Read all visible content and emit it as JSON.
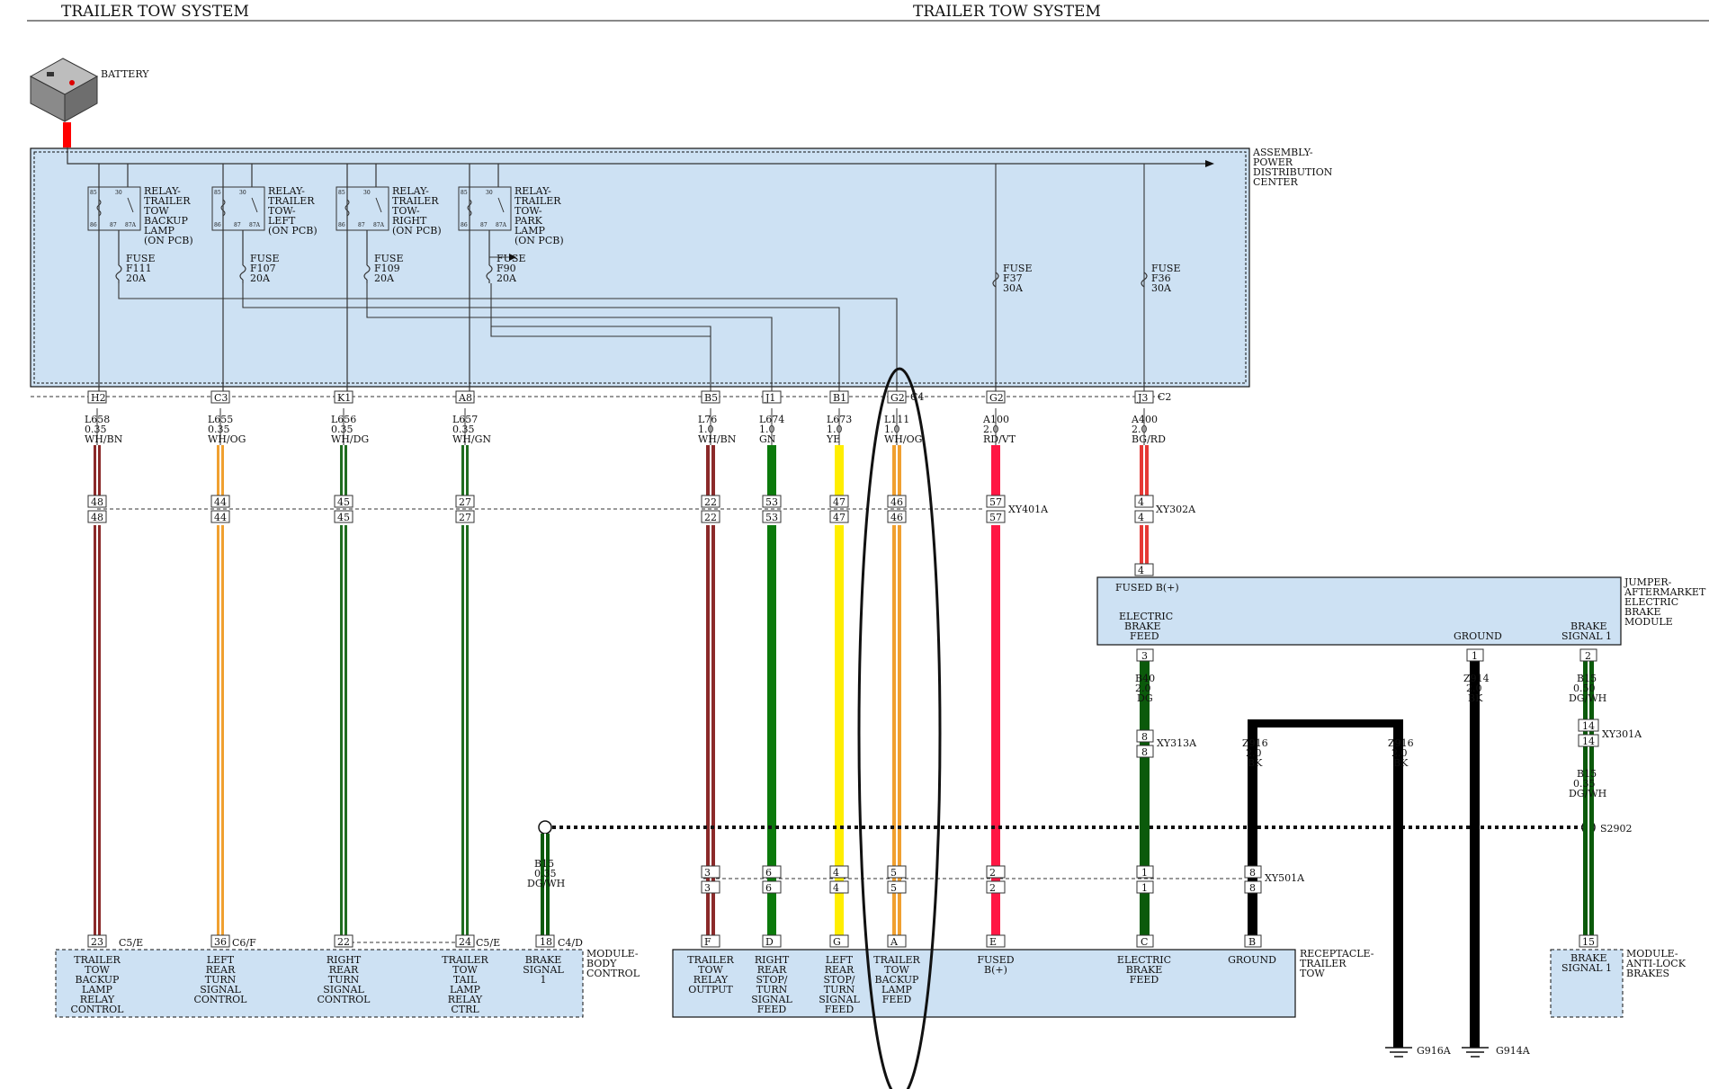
{
  "header": {
    "left_title": "TRAILER TOW SYSTEM",
    "right_title": "TRAILER TOW SYSTEM"
  },
  "colors": {
    "pdc_fill": "#cde1f3",
    "battery_red": "#ff0000",
    "WH_BN": "#8b2a2a",
    "WH_OG": "#f0a030",
    "WH_DG": "#1f6d1f",
    "WH_GN": "#1f6d1f",
    "GN": "#0b7a0b",
    "YE": "#ffee00",
    "RD_VT": "#ff1744",
    "BG_RD": "#e53935",
    "DG": "#0b5a0b",
    "BK": "#000000",
    "DG_WH": "#0b5a0b"
  },
  "battery": {
    "label": "BATTERY"
  },
  "pdc": {
    "label": [
      "ASSEMBLY-",
      "POWER",
      "DISTRIBUTION",
      "CENTER"
    ]
  },
  "relays": [
    {
      "lines": [
        "RELAY-",
        "TRAILER",
        "TOW",
        "BACKUP",
        "LAMP",
        "(ON PCB)"
      ],
      "fuse": [
        "FUSE",
        "F111",
        "20A"
      ]
    },
    {
      "lines": [
        "RELAY-",
        "TRAILER",
        "TOW-",
        "LEFT",
        "(ON PCB)"
      ],
      "fuse": [
        "FUSE",
        "F107",
        "20A"
      ]
    },
    {
      "lines": [
        "RELAY-",
        "TRAILER",
        "TOW-",
        "RIGHT",
        "(ON PCB)"
      ],
      "fuse": [
        "FUSE",
        "F109",
        "20A"
      ]
    },
    {
      "lines": [
        "RELAY-",
        "TRAILER",
        "TOW-",
        "PARK",
        "LAMP",
        "(ON PCB)"
      ],
      "fuse": [
        "FUSE",
        "F90",
        "20A"
      ]
    }
  ],
  "relay_pins": {
    "p85": "85",
    "p86": "86",
    "p30": "30",
    "p87": "87",
    "p87a": "87A"
  },
  "fuses_direct": [
    {
      "lines": [
        "FUSE",
        "F37",
        "30A"
      ]
    },
    {
      "lines": [
        "FUSE",
        "F36",
        "30A"
      ]
    }
  ],
  "connectors": {
    "c4": "C4",
    "c2": "C2",
    "xy401a": "XY401A",
    "xy302a": "XY302A",
    "xy313a": "XY313A",
    "xy301a": "XY301A",
    "xy501a": "XY501A",
    "s2902": "S2902",
    "c5e_a": "C5/E",
    "c6f": "C6/F",
    "c5e_b": "C5/E",
    "c4d": "C4/D"
  },
  "wires": [
    {
      "top_pin": "H2",
      "circuit": [
        "L658",
        "0.35",
        "WH/BN"
      ],
      "mid_pin": "48",
      "bottom_pin": "23"
    },
    {
      "top_pin": "C3",
      "circuit": [
        "L655",
        "0.35",
        "WH/OG"
      ],
      "mid_pin": "44",
      "bottom_pin": "36"
    },
    {
      "top_pin": "K1",
      "circuit": [
        "L656",
        "0.35",
        "WH/DG"
      ],
      "mid_pin": "45",
      "bottom_pin": "22"
    },
    {
      "top_pin": "A8",
      "circuit": [
        "L657",
        "0.35",
        "WH/GN"
      ],
      "mid_pin": "27",
      "bottom_pin": "24"
    },
    {
      "top_pin": "B5",
      "circuit": [
        "L76",
        "1.0",
        "WH/BN"
      ],
      "mid_pin": "22",
      "low_pin": "3",
      "bottom_pin": "F"
    },
    {
      "top_pin": "J1",
      "circuit": [
        "L674",
        "1.0",
        "GN"
      ],
      "mid_pin": "53",
      "low_pin": "6",
      "bottom_pin": "D"
    },
    {
      "top_pin": "B1",
      "circuit": [
        "L673",
        "1.0",
        "YE"
      ],
      "mid_pin": "47",
      "low_pin": "4",
      "bottom_pin": "G"
    },
    {
      "top_pin": "G2",
      "circuit": [
        "L111",
        "1.0",
        "WH/OG"
      ],
      "mid_pin": "46",
      "low_pin": "5",
      "bottom_pin": "A"
    },
    {
      "top_pin": "G2",
      "circuit": [
        "A100",
        "2.0",
        "RD/VT"
      ],
      "mid_pin": "57",
      "low_pin": "2",
      "bottom_pin": "E"
    },
    {
      "top_pin": "J3",
      "circuit": [
        "A400",
        "2.0",
        "BG/RD"
      ],
      "mid_pin": "4",
      "bottom_pin": "4"
    }
  ],
  "bcm": {
    "label": [
      "MODULE-",
      "BODY",
      "CONTROL"
    ],
    "pins": [
      "TRAILER TOW BACKUP LAMP RELAY CONTROL",
      "LEFT REAR TURN SIGNAL CONTROL",
      "RIGHT REAR TURN SIGNAL CONTROL",
      "TRAILER TOW TAIL LAMP RELAY CTRL",
      "BRAKE SIGNAL 1"
    ],
    "brake_pin": "18",
    "brake_circuit": [
      "B15",
      "0.35",
      "DG/WH"
    ]
  },
  "receptacle": {
    "label": [
      "RECEPTACLE-",
      "TRAILER",
      "TOW"
    ],
    "pins": [
      "TRAILER TOW RELAY OUTPUT",
      "RIGHT REAR STOP/ TURN SIGNAL FEED",
      "LEFT REAR STOP/ TURN SIGNAL FEED",
      "TRAILER TOW BACKUP LAMP FEED",
      "FUSED B(+)",
      "ELECTRIC BRAKE FEED",
      "GROUND"
    ],
    "pins_c": "C",
    "pins_b": "B",
    "ground_low": "8"
  },
  "brake_module": {
    "label": [
      "JUMPER-",
      "AFTERMARKET",
      "ELECTRIC",
      "BRAKE",
      "MODULE"
    ],
    "fused": "FUSED B(+)",
    "feed": [
      "ELECTRIC",
      "BRAKE",
      "FEED"
    ],
    "ground": "GROUND",
    "signal": [
      "BRAKE",
      "SIGNAL 1"
    ],
    "p3": "3",
    "p1": "1",
    "p2": "2",
    "p8": "8",
    "p14": "14"
  },
  "circuits_extra": {
    "b40": [
      "B40",
      "2.0",
      "DG"
    ],
    "z914": [
      "Z914",
      "2.0",
      "BK"
    ],
    "b15a": [
      "B15",
      "0.50",
      "DG/WH"
    ],
    "b15b": [
      "B15",
      "0.35",
      "DG/WH"
    ],
    "z916a": [
      "Z916",
      "2.0",
      "BK"
    ],
    "z916b": [
      "Z916",
      "2.0",
      "BK"
    ],
    "g916a": "G916A",
    "g914a": "G914A"
  },
  "abs": {
    "label": [
      "MODULE-",
      "ANTI-LOCK",
      "BRAKES"
    ],
    "pin": "15",
    "signal": [
      "BRAKE",
      "SIGNAL 1"
    ]
  }
}
